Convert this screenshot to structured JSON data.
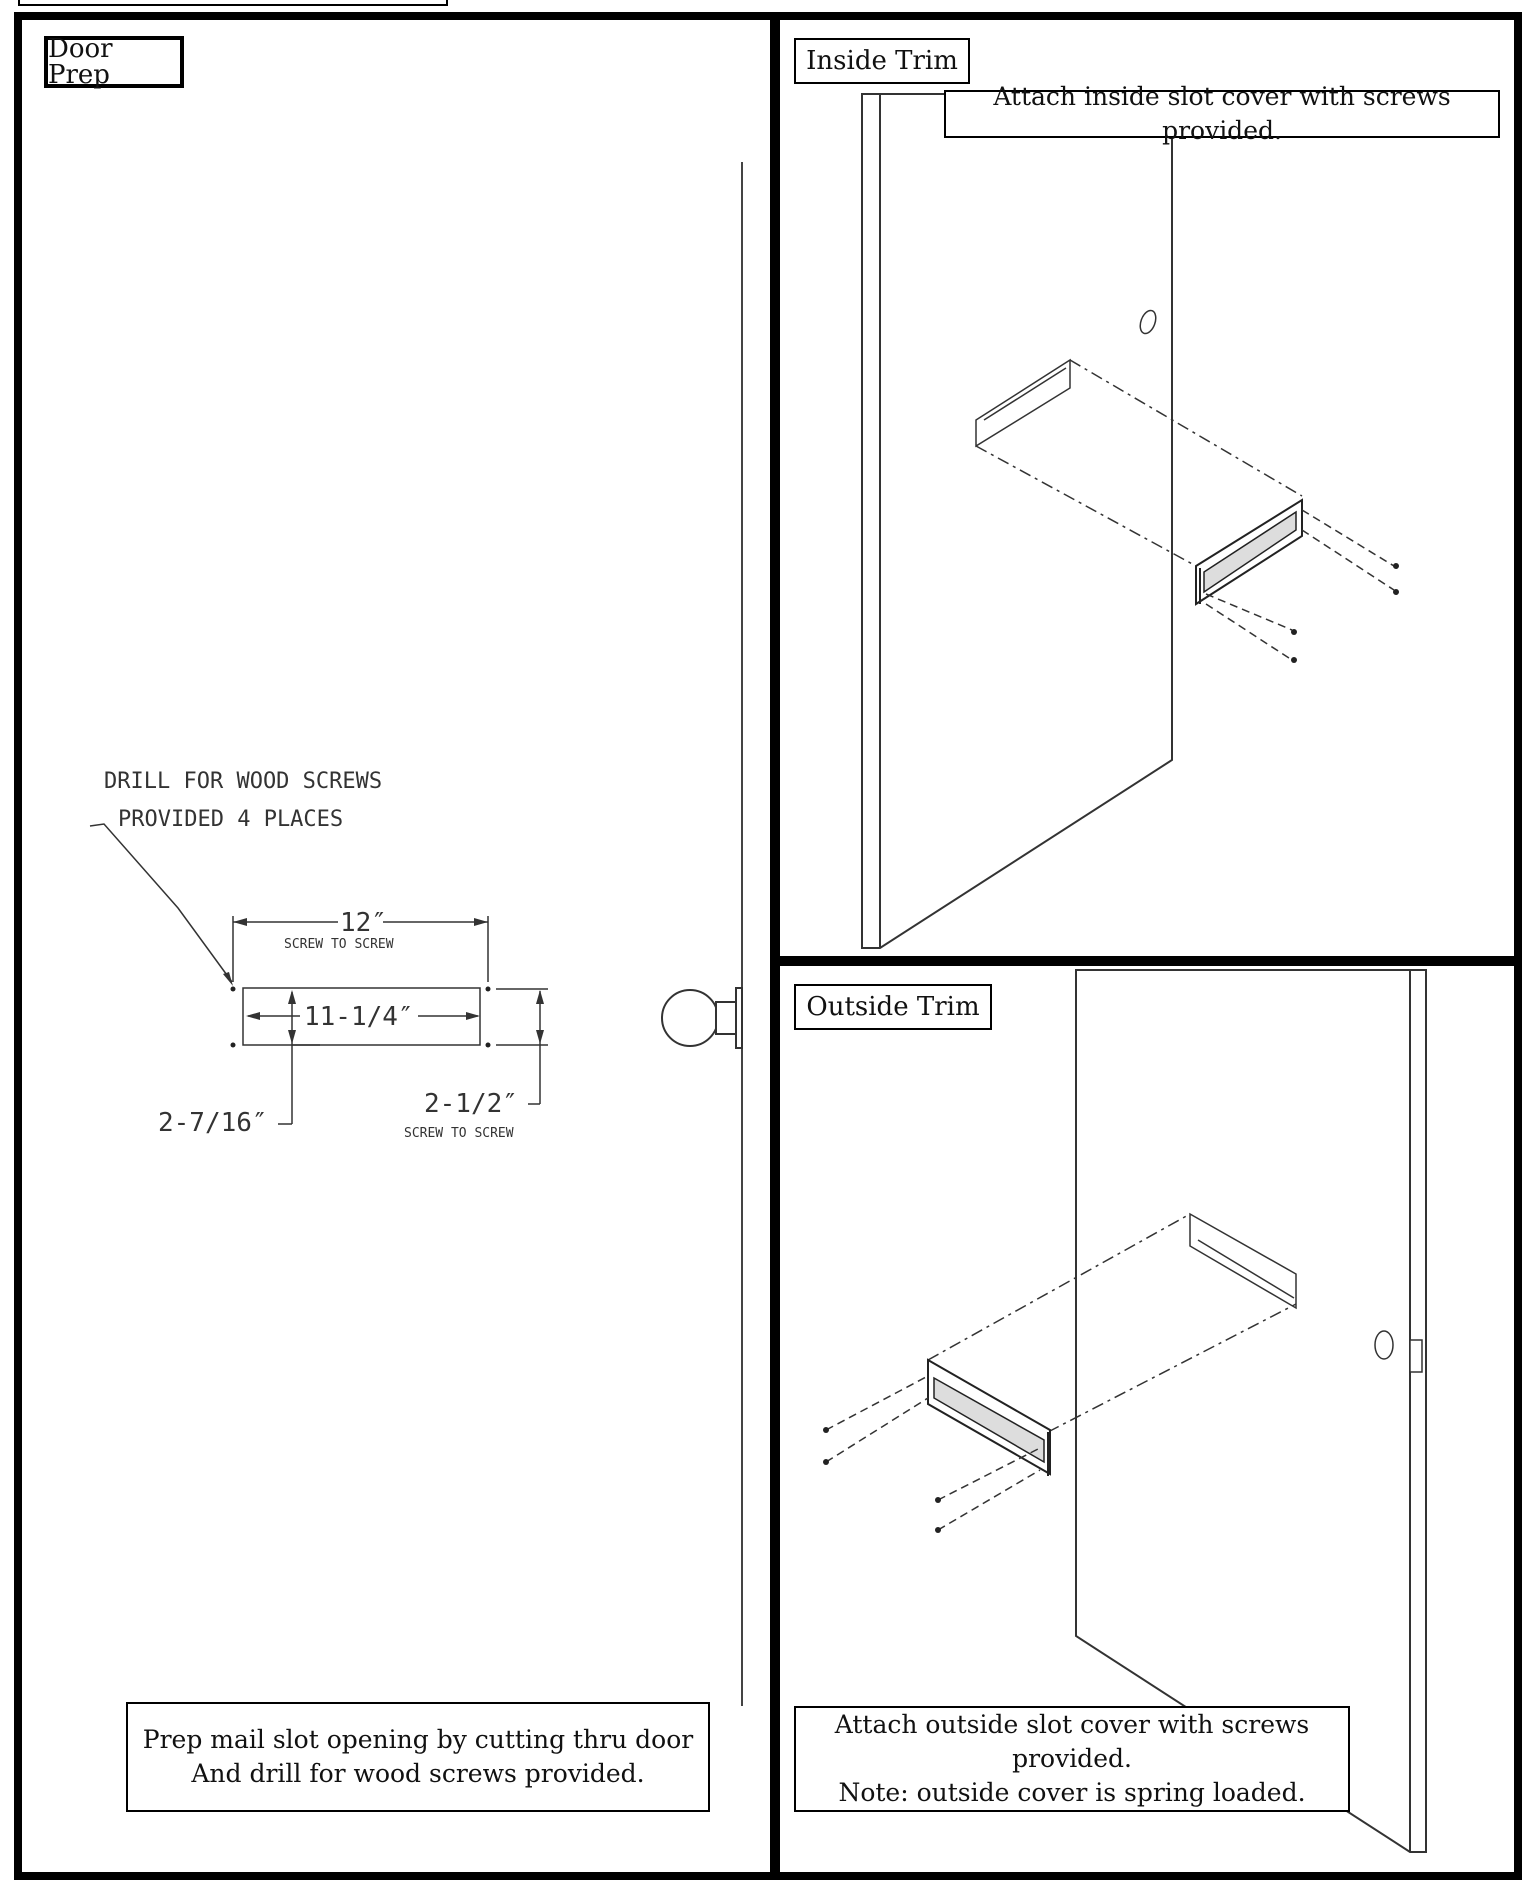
{
  "panels": {
    "door_prep": {
      "title": "Door Prep",
      "note_lines": [
        "Prep mail slot opening by cutting thru door",
        "And drill for wood screws provided."
      ],
      "callout_lines": [
        "DRILL FOR WOOD SCREWS",
        "PROVIDED 4 PLACES"
      ],
      "dimensions": {
        "screw_to_screw_width": "12″",
        "screw_to_screw_width_label": "SCREW TO SCREW",
        "opening_width": "11-1/4″",
        "opening_height": "2-7/16″",
        "screw_to_screw_height": "2-1/2″",
        "screw_to_screw_height_label": "SCREW TO SCREW"
      }
    },
    "inside_trim": {
      "title": "Inside Trim",
      "note": "Attach inside slot cover with screws provided."
    },
    "outside_trim": {
      "title": "Outside Trim",
      "note_lines": [
        "Attach outside slot cover with screws provided.",
        "Note: outside cover is spring loaded."
      ]
    }
  }
}
